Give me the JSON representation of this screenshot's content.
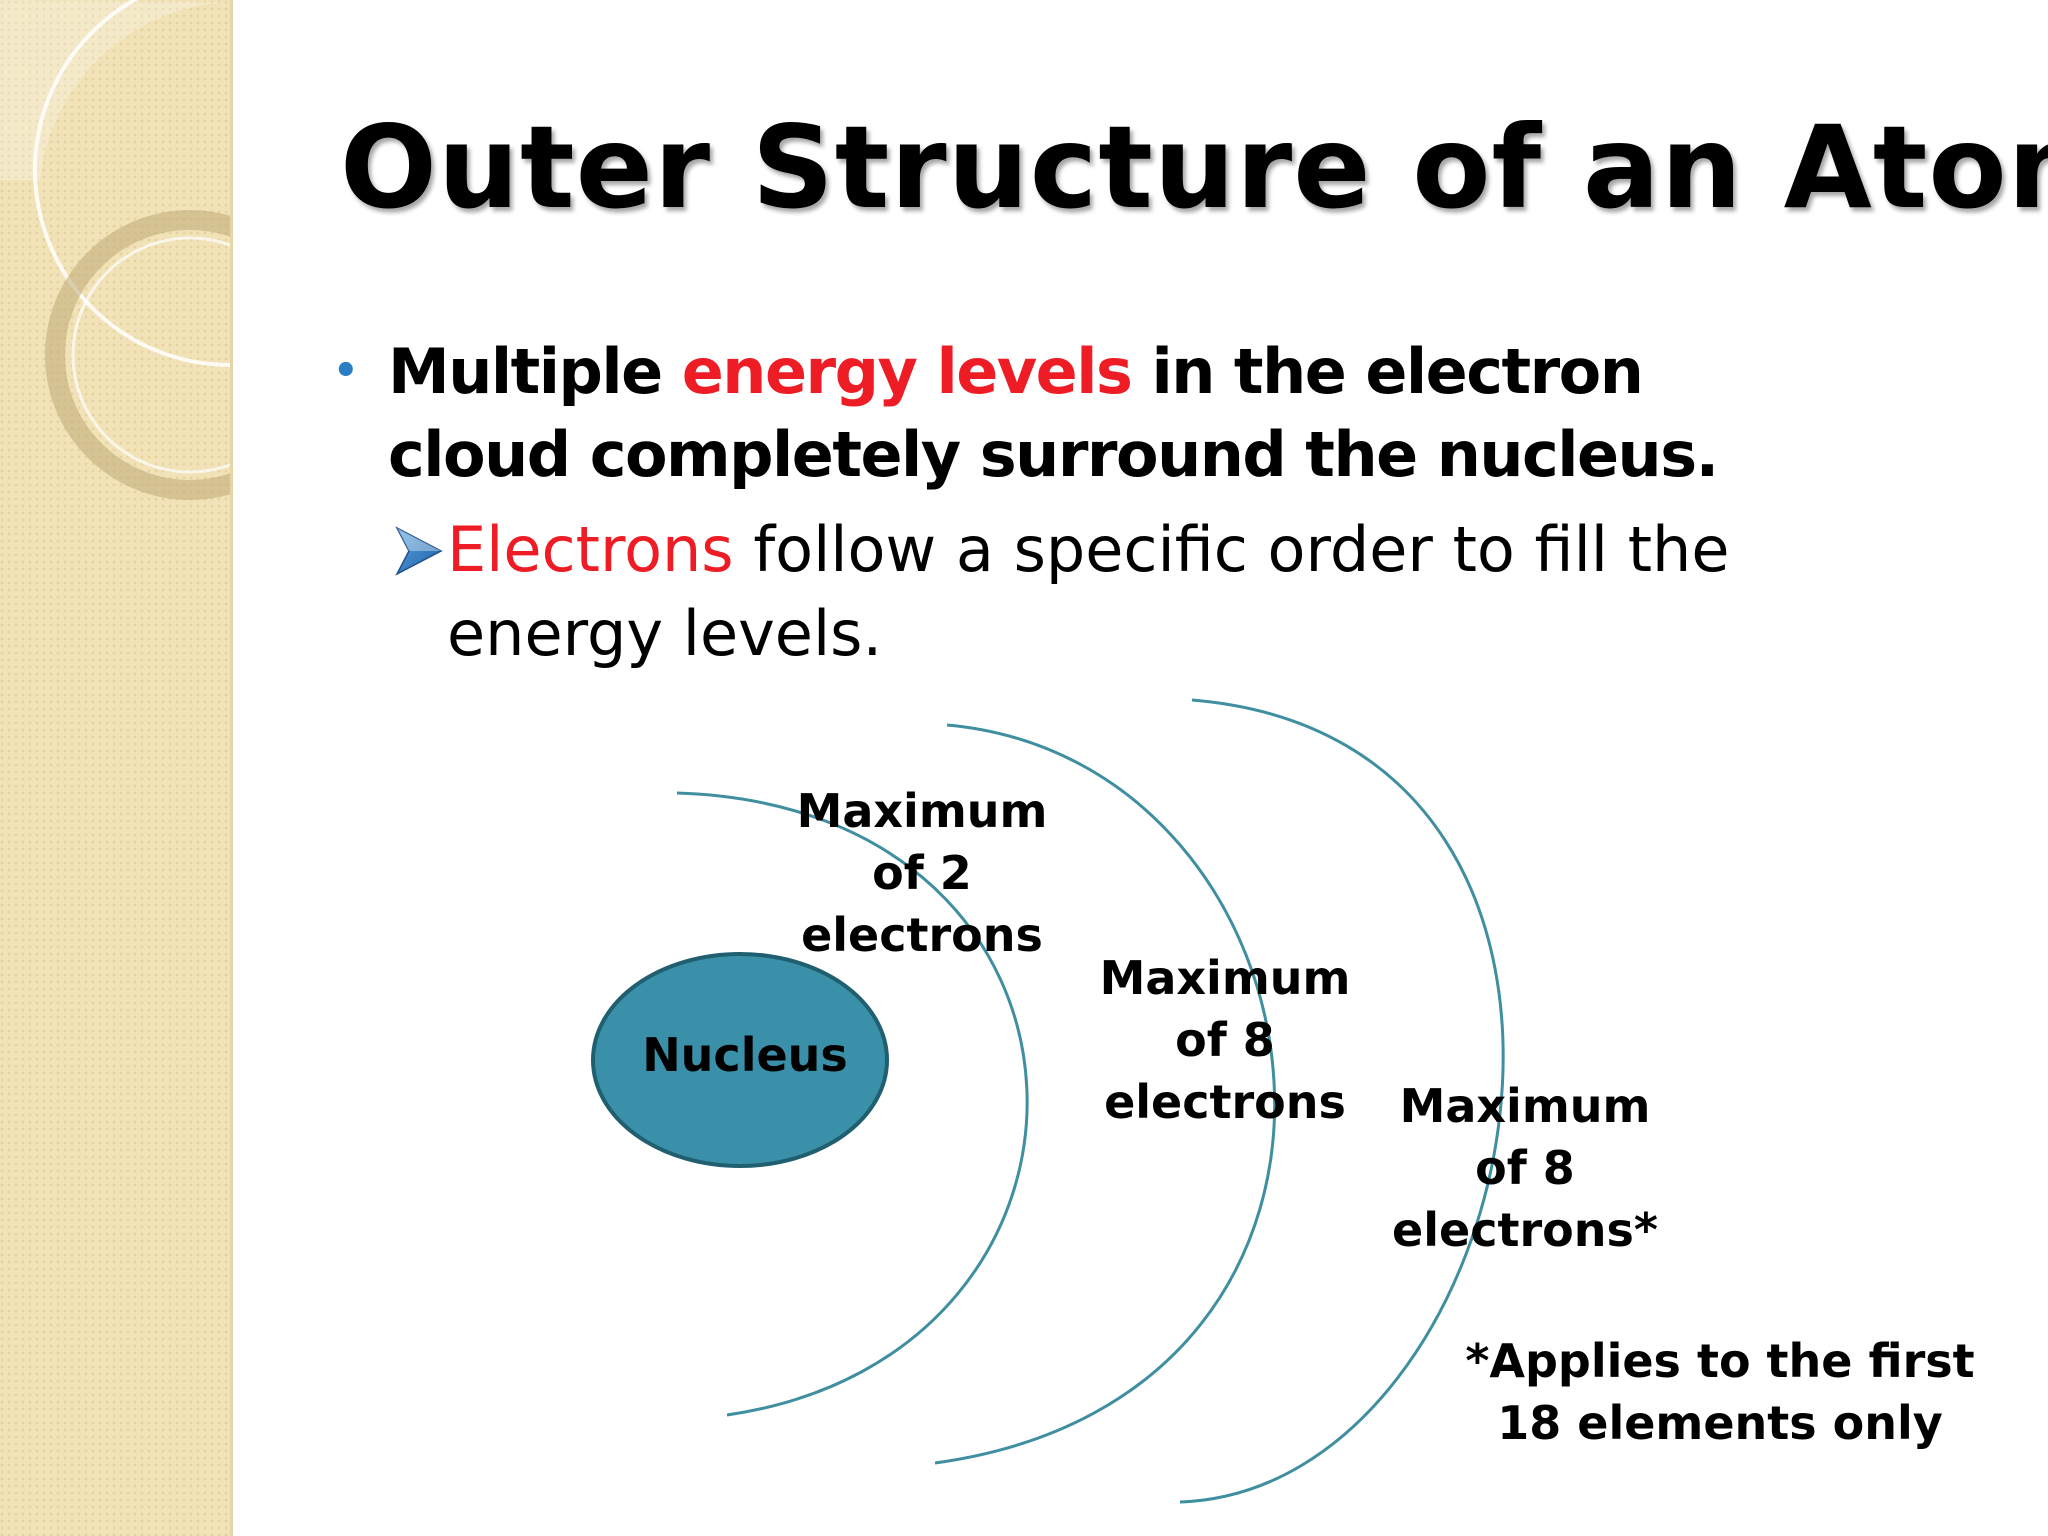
{
  "slide": {
    "title": "Outer Structure of an Atom",
    "bullet": {
      "marker": "•",
      "part1": "Multiple ",
      "highlight": "energy levels",
      "part2": " in the electron cloud completely surround the nucleus."
    },
    "subbullet": {
      "highlight": "Electrons",
      "rest": " follow a specific order to fill the energy levels."
    }
  },
  "diagram": {
    "nucleus_label": "Nucleus",
    "levels": [
      {
        "line1": "Maximum",
        "line2": "of 2",
        "line3": "electrons"
      },
      {
        "line1": "Maximum",
        "line2": "of 8",
        "line3": "electrons"
      },
      {
        "line1": "Maximum",
        "line2": "of 8",
        "line3": "electrons*"
      }
    ],
    "footnote": {
      "line1": "*Applies to the first",
      "line2": "18 elements only"
    }
  },
  "colors": {
    "title": "#000000",
    "highlight_red": "#ee1c24",
    "bullet_blue": "#2a7fc4",
    "nucleus_fill": "#3a90a8",
    "nucleus_stroke": "#1f5f70",
    "orbit_stroke": "#3f8fa0",
    "side_panel": "#f1e2b7"
  }
}
